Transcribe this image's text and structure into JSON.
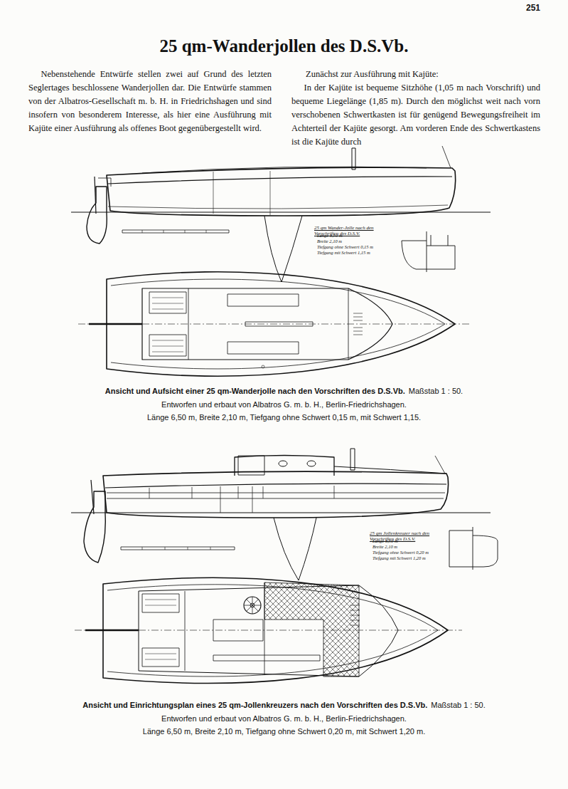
{
  "diagram": {
    "title": "25 qm-Wanderjollen des D.S.Vb.",
    "labels": [
      "251",
      "Nebenstehende Entwürfe stellen zwei auf Grund des letzten Seglertages beschlossene Wanderjollen dar. Die Entwürfe stammen von der Albatros-Gesellschaft m. b. H. in Friedrichshagen und sind insofern von besonderem Interesse, als hier eine Ausführung mit Kajüte einer Ausführung als offenes Boot gegenübergestellt wird.",
      "Zunächst zur Ausführung mit Kajüte:",
      "In der Kajüte ist bequeme Sitzhöhe (1,05 m nach Vorschrift) und bequeme Liegelänge (1,85 m). Durch den möglichst weit nach vorn verschobenen Schwertkasten ist für genügend Bewegungsfreiheit im Achterteil der Kajüte gesorgt. Am vorderen Ende des Schwertkastens ist die Kajüte durch",
      "25 qm Wander-Jolle nach den Vorschriften des D.S.V.",
      "Länge 6,50 m",
      "Breite 2,10 m",
      "Tiefgang ohne Schwert 0,15 m",
      "Tiefgang mit Schwert 1,15 m",
      "Ansicht und Aufsicht einer 25 qm-Wanderjolle nach den Vorschriften des D.S.Vb.",
      "Maßstab 1 : 50.",
      "Entworfen und erbaut von Albatros G. m. b. H., Berlin-Friedrichshagen.",
      "Länge 6,50 m, Breite 2,10 m, Tiefgang ohne Schwert 0,15 m, mit Schwert 1,15.",
      "25 qm Jollenkreuzer nach den Vorschriften des D.S.V.",
      "Länge 6,50 m",
      "Breite 2,10 m",
      "Tiefgang ohne Schwert 0,20 m",
      "Tiefgang mit Schwert 1,20 m",
      "Ansicht und Einrichtungsplan eines 25 qm-Jollenkreuzers nach den Vorschriften des D.S.Vb.",
      "Maßstab 1 : 50.",
      "Entworfen und erbaut von Albatros G. m. b. H., Berlin-Friedrichshagen.",
      "Länge 6,50 m, Breite 2,10 m, Tiefgang ohne Schwert 0,20 m, mit Schwert 1,20 m."
    ]
  }
}
